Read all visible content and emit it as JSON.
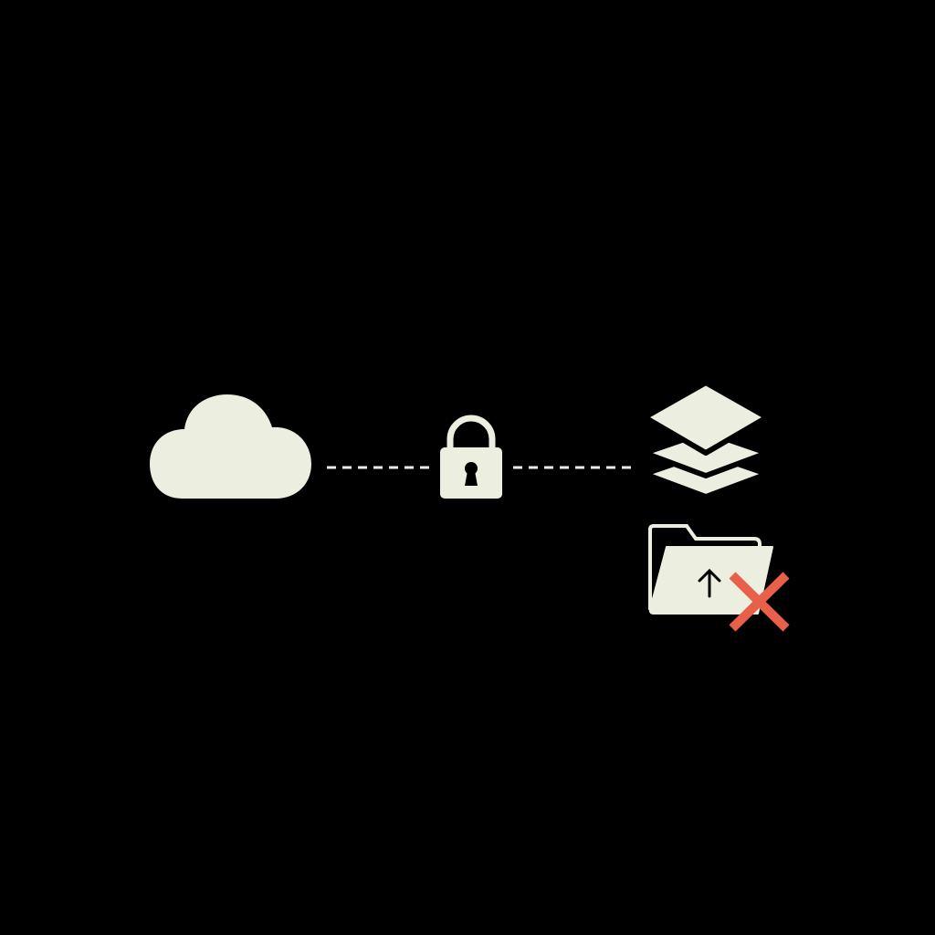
{
  "diagram": {
    "nodes": [
      {
        "id": "cloud",
        "icon": "cloud-icon"
      },
      {
        "id": "lock",
        "icon": "lock-icon"
      },
      {
        "id": "layers",
        "icon": "layers-icon"
      },
      {
        "id": "folder-upload",
        "icon": "folder-upload-icon",
        "status": "failed",
        "status_icon": "x-mark-icon"
      }
    ],
    "edges": [
      {
        "from": "cloud",
        "to": "lock",
        "style": "dashed"
      },
      {
        "from": "lock",
        "to": "layers",
        "style": "dashed"
      }
    ]
  },
  "colors": {
    "background": "#000000",
    "icon": "#ECEEDF",
    "error": "#E8604A"
  }
}
